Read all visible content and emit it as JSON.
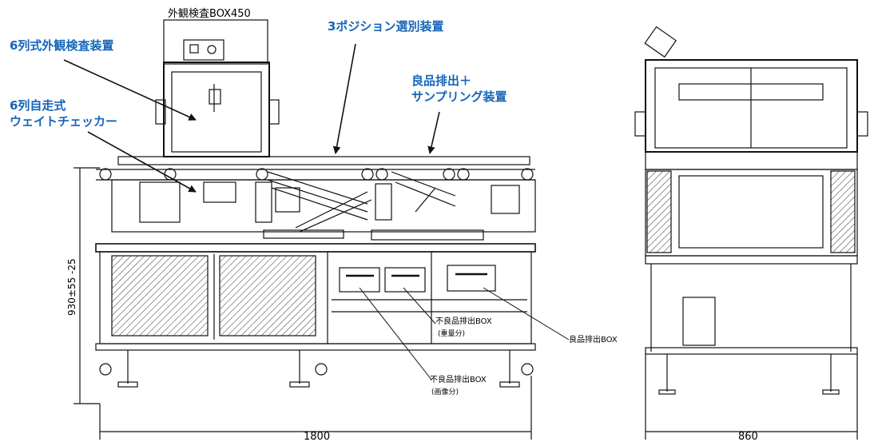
{
  "callouts": {
    "inspection_6col": "6列式外観検査装置",
    "checker_6col_line1": "6列自走式",
    "checker_6col_line2": "ウェイトチェッカー",
    "sorter_3pos": "3ポジション選別装置",
    "good_discharge_line1": "良品排出＋",
    "good_discharge_line2": "サンプリング装置"
  },
  "drawing_labels": {
    "inspection_box": "外観検査BOX450",
    "reject_box_weight": "不良品排出BOX",
    "reject_box_weight_sub": "(重量分)",
    "reject_box_image": "不良品排出BOX",
    "reject_box_image_sub": "(画像分)",
    "good_box": "良品排出BOX",
    "height_dim": "930±55\n-25",
    "width_front": "1800",
    "width_side": "860"
  },
  "colors": {
    "callout": "#1565b8",
    "line": "#111111",
    "hatch": "#555555"
  }
}
